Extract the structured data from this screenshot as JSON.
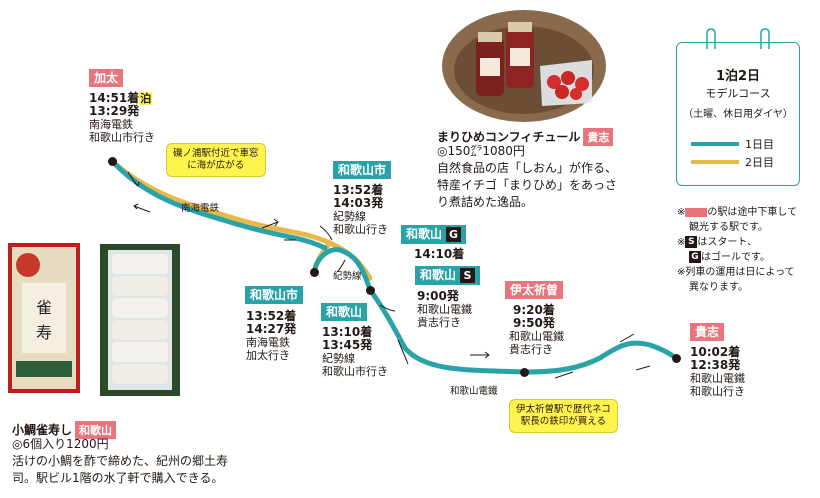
{
  "colors": {
    "day1": "#2aa3a8",
    "day2": "#e8b94a",
    "stop": "#e9747d",
    "callout": "#fff34d"
  },
  "stations": {
    "kada": {
      "name": "加太",
      "line1": "14:51着",
      "line1_tag": "泊",
      "line2": "13:29発",
      "line3": "南海電鉄",
      "line4": "和歌山市行き"
    },
    "wakayamashi_top": {
      "name": "和歌山市",
      "line1": "13:52着",
      "line2": "14:03発",
      "line3": "紀勢線",
      "line4": "和歌山行き"
    },
    "wakayama_goal": {
      "name": "和歌山",
      "mark": "G",
      "line1": "14:10着"
    },
    "wakayama_start": {
      "name": "和歌山",
      "mark": "S",
      "line1": "9:00発",
      "line2": "和歌山電鐵",
      "line3": "貴志行き"
    },
    "wakayamashi_left": {
      "name": "和歌山市",
      "line1": "13:52着",
      "line2": "14:27発",
      "line3": "南海電鉄",
      "line4": "加太行き"
    },
    "wakayama_mid": {
      "name": "和歌山",
      "line1": "13:10着",
      "line2": "13:45発",
      "line3": "紀勢線",
      "line4": "和歌山市行き"
    },
    "idakiso": {
      "name": "伊太祈曽",
      "line1": "9:20着",
      "line2": "9:50発",
      "line3": "和歌山電鐵",
      "line4": "貴志行き"
    },
    "kishi": {
      "name": "貴志",
      "line1": "10:02着",
      "line2": "12:38発",
      "line3": "和歌山電鐵",
      "line4": "和歌山行き"
    }
  },
  "line_labels": {
    "nankai": "南海電鉄",
    "kisei": "紀勢線",
    "wakayama_dentetsu": "和歌山電鐵"
  },
  "callouts": {
    "isonoura": "磯ノ浦駅付近で車窓\nに海が広がる",
    "idakiso": "伊太祈曽駅で歴代ネコ\n駅長の鉄印が買える"
  },
  "product_top": {
    "title": "まりひめコンフィチュール",
    "tag": "貴志",
    "price": "◎150㌘1080円",
    "desc1": "自然食品の店「しおん」が作る、",
    "desc2": "特産イチゴ「まりひめ」をあっさ",
    "desc3": "り煮詰めた逸品。"
  },
  "product_bottom": {
    "title": "小鯛雀寿し",
    "tag": "和歌山",
    "price": "◎6個入り1200円",
    "desc1": "活けの小鯛を酢で締めた、紀州の郷土寿",
    "desc2": "司。駅ビル1階の水了軒で購入できる。"
  },
  "legend": {
    "title": "1泊2日",
    "subtitle": "モデルコース",
    "note": "（土曜、休日用ダイヤ）",
    "day1": "1日目",
    "day2": "2日目"
  },
  "notes": {
    "n1a": "の駅は途中下車して",
    "n1b": "観光する駅です。",
    "n2": "はスタート、",
    "n3": "はゴールです。",
    "n4a": "※列車の運用は日によって",
    "n4b": "異なります。",
    "mark": "※",
    "s": "S",
    "g": "G"
  }
}
